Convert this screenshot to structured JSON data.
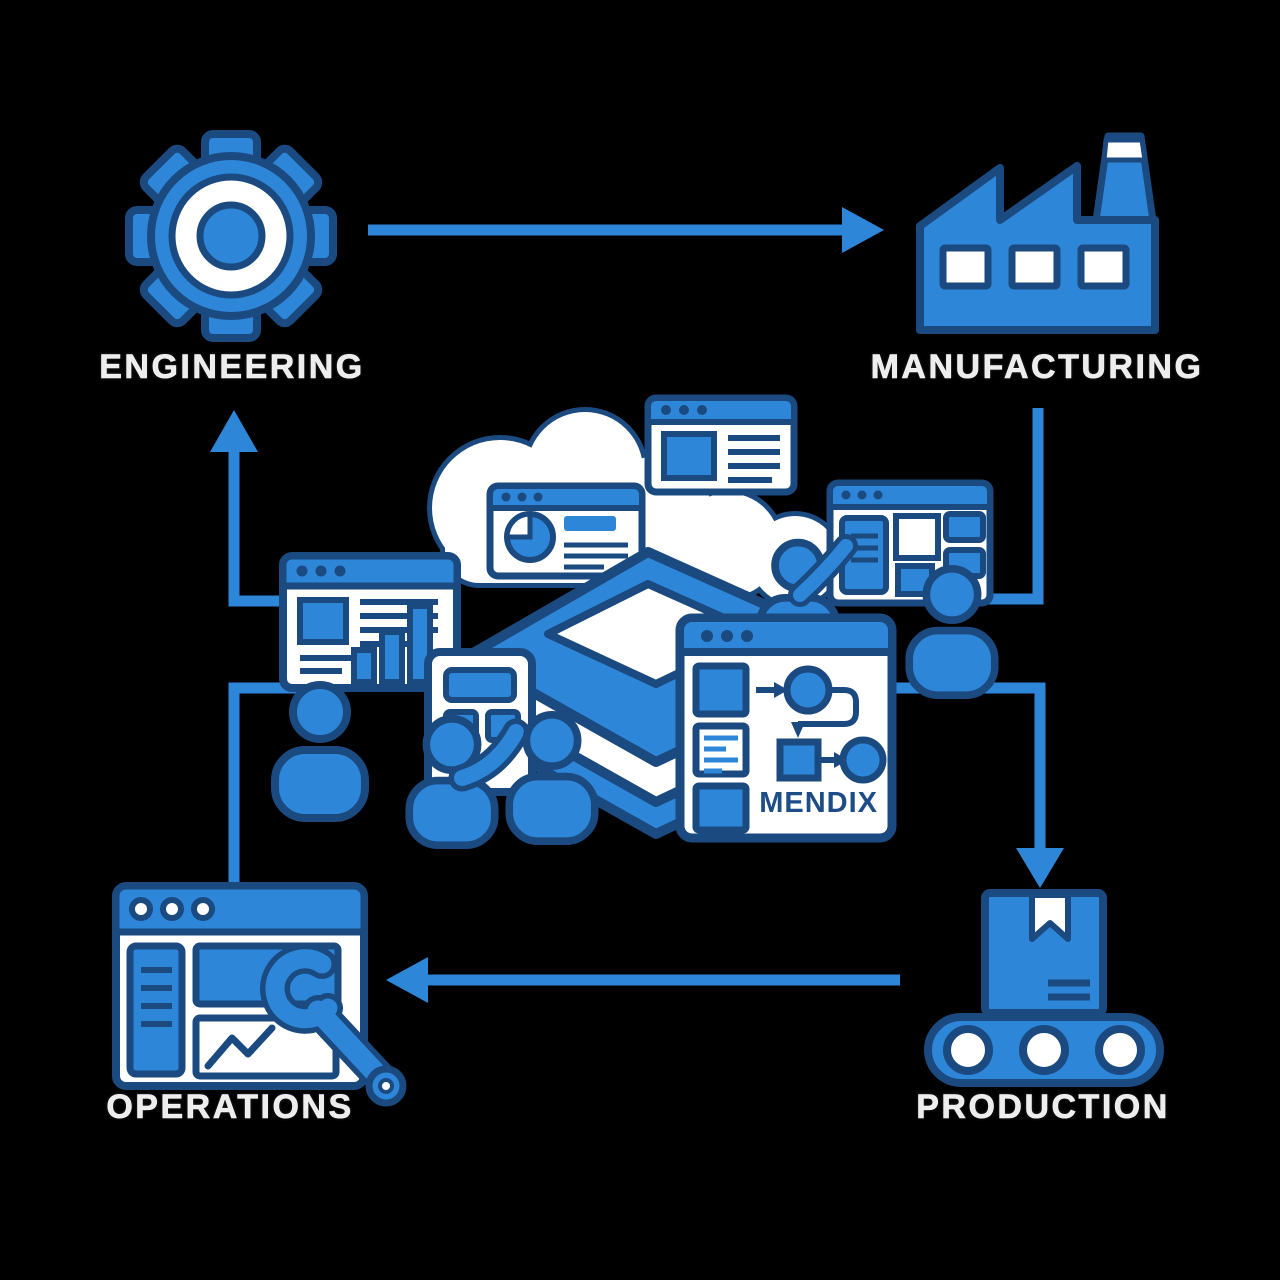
{
  "diagram": {
    "background_color": "#000000",
    "palette": {
      "primary_blue": "#2E86D9",
      "outline_navy": "#1A4A80",
      "white": "#FFFFFF",
      "label_text": "#EDEDED",
      "brand_text": "#1D4D86"
    },
    "nodes": [
      {
        "id": "engineering",
        "label": "ENGINEERING",
        "icon": "gear-icon",
        "position": "top-left"
      },
      {
        "id": "manufacturing",
        "label": "MANUFACTURING",
        "icon": "factory-icon",
        "position": "top-right"
      },
      {
        "id": "production",
        "label": "PRODUCTION",
        "icon": "conveyor-box-icon",
        "position": "bottom-right"
      },
      {
        "id": "operations",
        "label": "OPERATIONS",
        "icon": "browser-wrench-icon",
        "position": "bottom-left"
      }
    ],
    "center": {
      "brand_label": "MENDIX",
      "elements": [
        "cloud",
        "platform",
        "analytics-windows",
        "people",
        "tablet",
        "workflow-window"
      ]
    },
    "flow": [
      "engineering -> manufacturing",
      "manufacturing -> production",
      "production -> operations",
      "operations -> engineering"
    ]
  }
}
